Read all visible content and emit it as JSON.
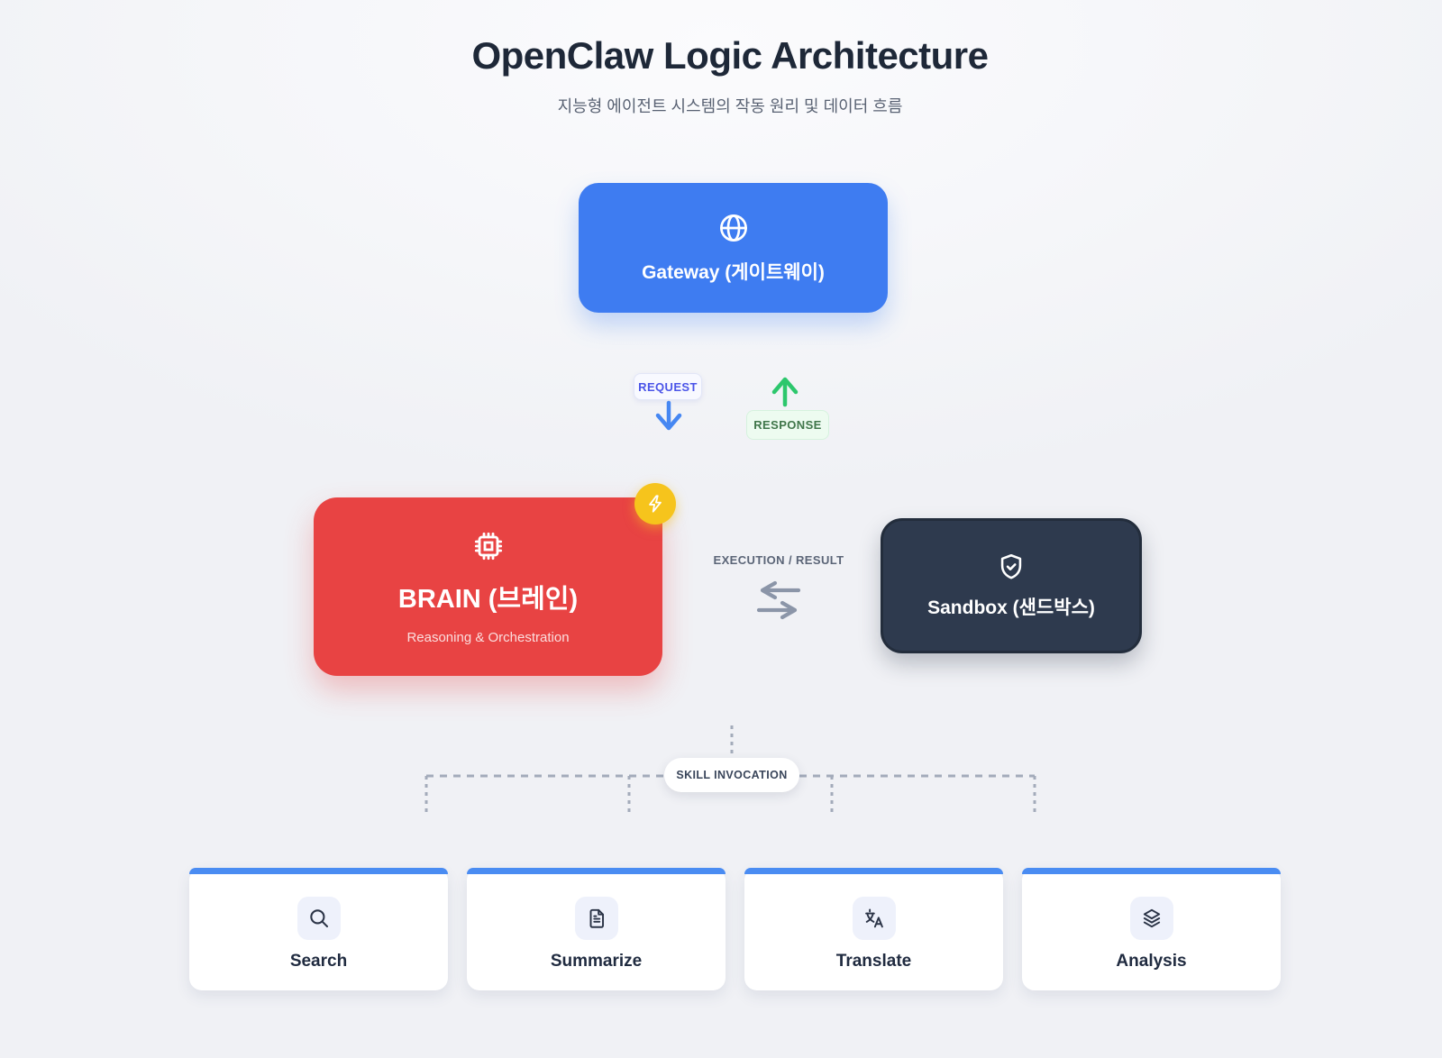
{
  "page": {
    "title": "OpenClaw Logic Architecture",
    "subtitle": "지능형 에이전트 시스템의 작동 원리 및 데이터 흐름"
  },
  "nodes": {
    "gateway": {
      "label": "Gateway (게이트웨이)",
      "icon": "globe-icon",
      "color": "#3e7cf1"
    },
    "brain": {
      "label": "BRAIN (브레인)",
      "sublabel": "Reasoning & Orchestration",
      "icon": "cpu-icon",
      "color": "#e84343",
      "badge_icon": "lightning-icon",
      "badge_color": "#f6c41c"
    },
    "sandbox": {
      "label": "Sandbox (샌드박스)",
      "icon": "shield-check-icon",
      "color": "#2e3a4e"
    }
  },
  "connections": {
    "request": {
      "label": "REQUEST",
      "text_color": "#4a54e8",
      "arrow_color": "#4687f2",
      "direction": "down"
    },
    "response": {
      "label": "RESPONSE",
      "text_color": "#40764a",
      "arrow_color": "#2dc76d",
      "direction": "up"
    },
    "execution": {
      "label": "EXECUTION / RESULT",
      "color": "#5b6577"
    },
    "skill_invocation": {
      "label": "SKILL INVOCATION"
    }
  },
  "skills": [
    {
      "label": "Search",
      "icon": "search-icon"
    },
    {
      "label": "Summarize",
      "icon": "document-icon"
    },
    {
      "label": "Translate",
      "icon": "translate-icon"
    },
    {
      "label": "Analysis",
      "icon": "layers-icon"
    }
  ]
}
